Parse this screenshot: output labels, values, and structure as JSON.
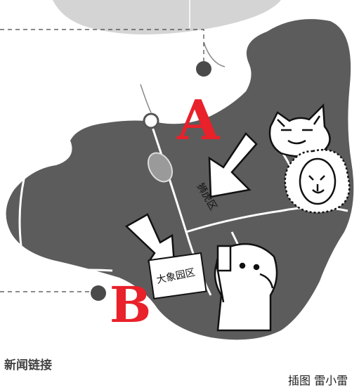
{
  "markers": [
    {
      "letter": "A"
    },
    {
      "letter": "B"
    }
  ],
  "map_labels": {
    "zone_a": "狮虎区",
    "zone_b": "大象园区"
  },
  "news_link": "新闻链接",
  "credit": "插图 雷小雷",
  "colors": {
    "marker_red": "#e8212a",
    "terrain": "#5c5c5c",
    "marker_dot": "#4a4a4a"
  }
}
